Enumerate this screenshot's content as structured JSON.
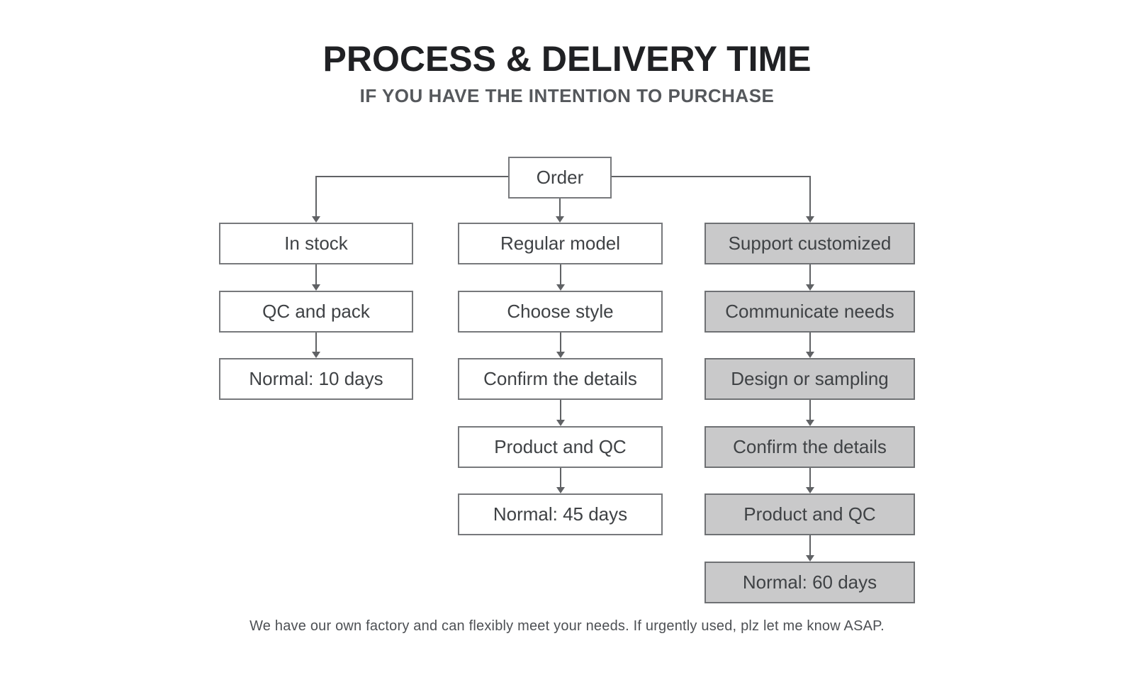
{
  "title": "PROCESS & DELIVERY TIME",
  "subtitle": "IF YOU HAVE THE INTENTION TO PURCHASE",
  "root": {
    "label": "Order"
  },
  "columns": [
    {
      "name": "in-stock",
      "variant": "white",
      "steps": [
        "In stock",
        "QC and pack",
        "Normal: 10 days"
      ]
    },
    {
      "name": "regular-model",
      "variant": "white",
      "steps": [
        "Regular model",
        "Choose style",
        "Confirm the details",
        "Product and QC",
        "Normal: 45 days"
      ]
    },
    {
      "name": "support-customized",
      "variant": "gray",
      "steps": [
        "Support customized",
        "Communicate needs",
        "Design or sampling",
        "Confirm the details",
        "Product and QC",
        "Normal: 60 days"
      ]
    }
  ],
  "footer": "We have our own factory and can flexibly meet your needs. If urgently used, plz let me know ASAP.",
  "colors": {
    "title_text": "#202124",
    "subtitle_text": "#55585c",
    "box_text": "#3f4245",
    "box_border": "#77797c",
    "gray_box_fill": "#c9c9ca",
    "connector_line": "#606265",
    "background": "#ffffff"
  }
}
